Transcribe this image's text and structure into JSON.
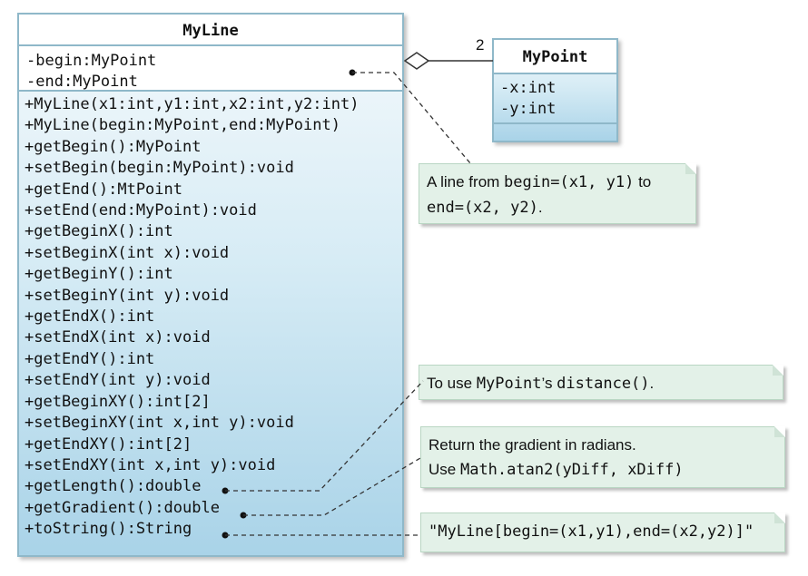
{
  "myline": {
    "name": "MyLine",
    "attributes": [
      "-begin:MyPoint",
      "-end:MyPoint"
    ],
    "methods": [
      "+MyLine(x1:int,y1:int,x2:int,y2:int)",
      "+MyLine(begin:MyPoint,end:MyPoint)",
      "+getBegin():MyPoint",
      "+setBegin(begin:MyPoint):void",
      "+getEnd():MtPoint",
      "+setEnd(end:MyPoint):void",
      "+getBeginX():int",
      "+setBeginX(int x):void",
      "+getBeginY():int",
      "+setBeginY(int y):void",
      "+getEndX():int",
      "+setEndX(int x):void",
      "+getEndY():int",
      "+setEndY(int y):void",
      "+getBeginXY():int[2]",
      "+setBeginXY(int x,int y):void",
      "+getEndXY():int[2]",
      "+setEndXY(int x,int y):void",
      "+getLength():double",
      "+getGradient():double",
      "+toString():String"
    ]
  },
  "mypoint": {
    "name": "MyPoint",
    "attributes": [
      "-x:int",
      "-y:int"
    ]
  },
  "association": {
    "multiplicity": "2"
  },
  "notes": {
    "line": {
      "t1": "A line from ",
      "c1": "begin=(x1, y1)",
      "t2": " to",
      "c2": "end=(x2, y2)",
      "t3": "."
    },
    "length": {
      "t1": "To use ",
      "c1": "MyPoint",
      "t2": "’s ",
      "c2": "distance()",
      "t3": "."
    },
    "gradient": {
      "line1": "Return the gradient in radians.",
      "t1": "Use ",
      "c1": "Math.atan2(yDiff, xDiff)"
    },
    "tostring": {
      "text": "\"MyLine[begin=(x1,y1),end=(x2,y2)]\""
    }
  },
  "colors": {
    "class_border": "#8fb8c9",
    "class_fill": "#a9d3e8",
    "note_fill": "#e3f1e8"
  }
}
